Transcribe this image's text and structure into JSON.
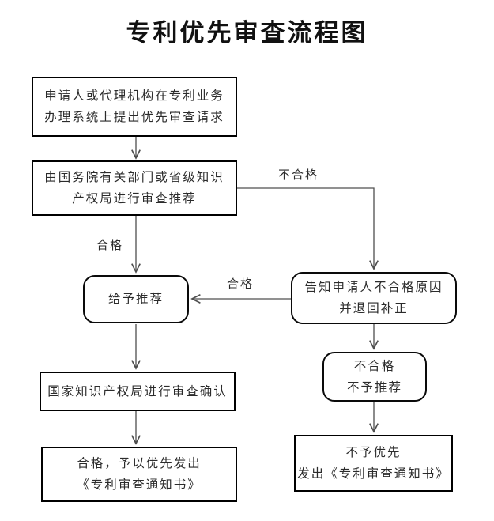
{
  "page": {
    "title": "专利优先审查流程图"
  },
  "nodes": {
    "apply": {
      "shape": "rect",
      "lines": [
        "申请人或代理机构在专利业务",
        "办理系统上提出优先审查请求"
      ]
    },
    "review": {
      "shape": "rect",
      "lines": [
        "由国务院有关部门或省级知识",
        "产权局进行审查推荐"
      ]
    },
    "grant": {
      "shape": "round",
      "lines": [
        "给予推荐"
      ]
    },
    "notify": {
      "shape": "round",
      "lines": [
        "告知申请人不合格原因",
        "并退回补正"
      ]
    },
    "norecommend": {
      "shape": "round",
      "lines": [
        "不合格",
        "不予推荐"
      ]
    },
    "confirm": {
      "shape": "rect",
      "lines": [
        "国家知识产权局进行审查确认"
      ]
    },
    "pass": {
      "shape": "rect",
      "lines": [
        "合格，予以优先发出",
        "《专利审查通知书》"
      ]
    },
    "fail": {
      "shape": "rect",
      "lines": [
        "不予优先",
        "发出《专利审查通知书》"
      ]
    }
  },
  "edge_labels": {
    "review_to_grant": "合格",
    "review_to_notify": "不合格",
    "notify_to_grant": "合格"
  },
  "colors": {
    "background": "#ffffff",
    "box_border": "#000000",
    "connector": "#4f4f4f",
    "text": "#2b2b2b"
  }
}
